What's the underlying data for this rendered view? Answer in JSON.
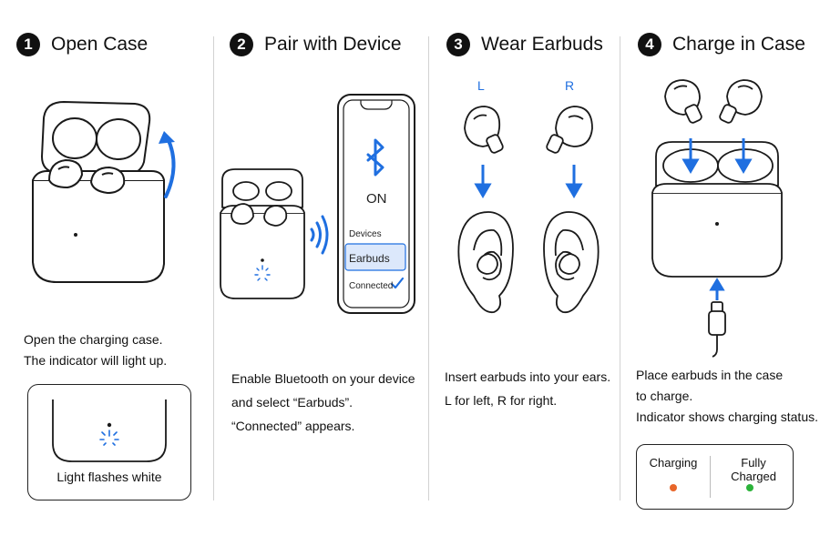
{
  "steps": [
    {
      "number": "1",
      "title": "Open Case",
      "desc": [
        "Open the charging case.",
        "The indicator will light up."
      ],
      "inset_caption": "Light flashes white"
    },
    {
      "number": "2",
      "title": "Pair with Device",
      "desc": [
        "Enable Bluetooth on your device",
        "and select “Earbuds”.",
        "“Connected” appears."
      ],
      "phone": {
        "status": "ON",
        "list_header": "Devices",
        "item": "Earbuds",
        "connected": "Connected"
      }
    },
    {
      "number": "3",
      "title": "Wear Earbuds",
      "left_label": "L",
      "right_label": "R",
      "desc": [
        "Insert earbuds into your ears.",
        "L for left, R for right."
      ]
    },
    {
      "number": "4",
      "title": "Charge in Case",
      "desc": [
        "Place earbuds in the case",
        "to charge.",
        "Indicator shows charging status."
      ],
      "status": [
        {
          "label": "Charging",
          "color": "#e8662a"
        },
        {
          "label": "Fully Charged",
          "color": "#2bb33a"
        }
      ]
    }
  ],
  "colors": {
    "accent": "#1f6fe0",
    "line": "#1a1a1a",
    "highlight": "#dce8fb"
  },
  "icons": [
    "up-arrow-icon",
    "bluetooth-icon",
    "checkmark-icon",
    "down-arrow-icon",
    "usb-c-cable-icon",
    "signal-waves-icon"
  ]
}
